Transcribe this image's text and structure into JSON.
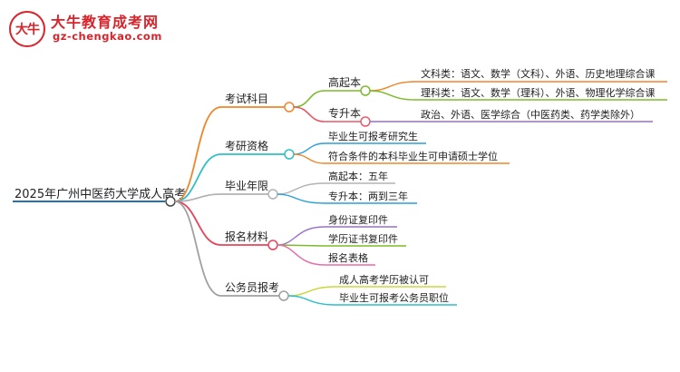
{
  "brand": {
    "badge": "大牛",
    "title": "大牛教育成考网",
    "url": "gz-chengkao.com"
  },
  "mindmap": {
    "root": "2025年广州中医药大学成人高考",
    "branches": [
      {
        "label": "考试科目",
        "color": "#f0862a",
        "children": [
          {
            "label": "高起本",
            "color": "#7cbb2a",
            "children": [
              {
                "label": "文科类：语文、数学（文科）、外语、历史地理综合课",
                "color": "#f0862a"
              },
              {
                "label": "理科类：语文、数学（理科）、外语、物理化学综合课",
                "color": "#7cbb2a"
              }
            ]
          },
          {
            "label": "专升本",
            "color": "#e85a6a",
            "children": [
              {
                "label": "政治、外语、医学综合（中医药类、药学类除外）",
                "color": "#9a6fd0"
              }
            ]
          }
        ]
      },
      {
        "label": "考研资格",
        "color": "#2cc0c8",
        "children": [
          {
            "label": "毕业生可报考研究生",
            "color": "#2aa0d8"
          },
          {
            "label": "符合条件的本科毕业生可申请硕士学位",
            "color": "#f0862a"
          }
        ]
      },
      {
        "label": "毕业年限",
        "color": "#b3b3b3",
        "children": [
          {
            "label": "高起本：五年",
            "color": "#b3b3b3"
          },
          {
            "label": "专升本：两到三年",
            "color": "#2aa0d8"
          }
        ]
      },
      {
        "label": "报名材料",
        "color": "#e8435a",
        "children": [
          {
            "label": "身份证复印件",
            "color": "#9a6fd0"
          },
          {
            "label": "学历证书复印件",
            "color": "#7cbb2a"
          },
          {
            "label": "报名表格",
            "color": "#e86aa8"
          }
        ]
      },
      {
        "label": "公务员报考",
        "color": "#a0a0a0",
        "children": [
          {
            "label": "成人高考学历被认可",
            "color": "#c8d838"
          },
          {
            "label": "毕业生可报考公务员职位",
            "color": "#2cc0c8"
          }
        ]
      }
    ]
  }
}
